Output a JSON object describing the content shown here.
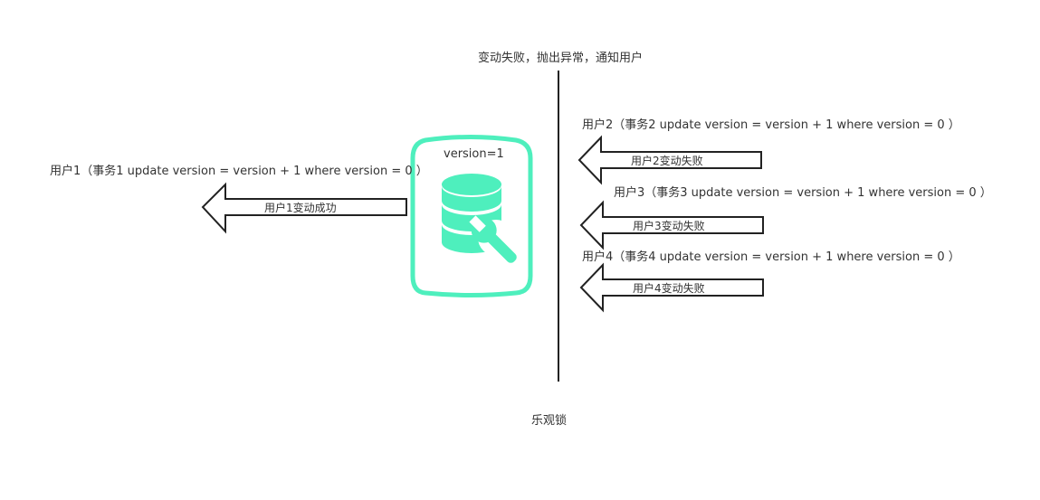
{
  "diagram": {
    "top_note": "变动失败，抛出异常，通知用户",
    "caption": "乐观锁",
    "db": {
      "label": "version=1",
      "icon": "database-wrench-icon",
      "color": "#4eefbd"
    },
    "user1": {
      "statement": "用户1（事务1 update version = version + 1 where version = 0 ）",
      "result": "用户1变动成功"
    },
    "user2": {
      "statement": "用户2（事务2 update version = version + 1 where version = 0 ）",
      "result": "用户2变动失败"
    },
    "user3": {
      "statement": "用户3（事务3 update version = version + 1 where version = 0 ）",
      "result": "用户3变动失败"
    },
    "user4": {
      "statement": "用户4（事务4 update version = version + 1 where version = 0 ）",
      "result": "用户4变动失败"
    }
  }
}
